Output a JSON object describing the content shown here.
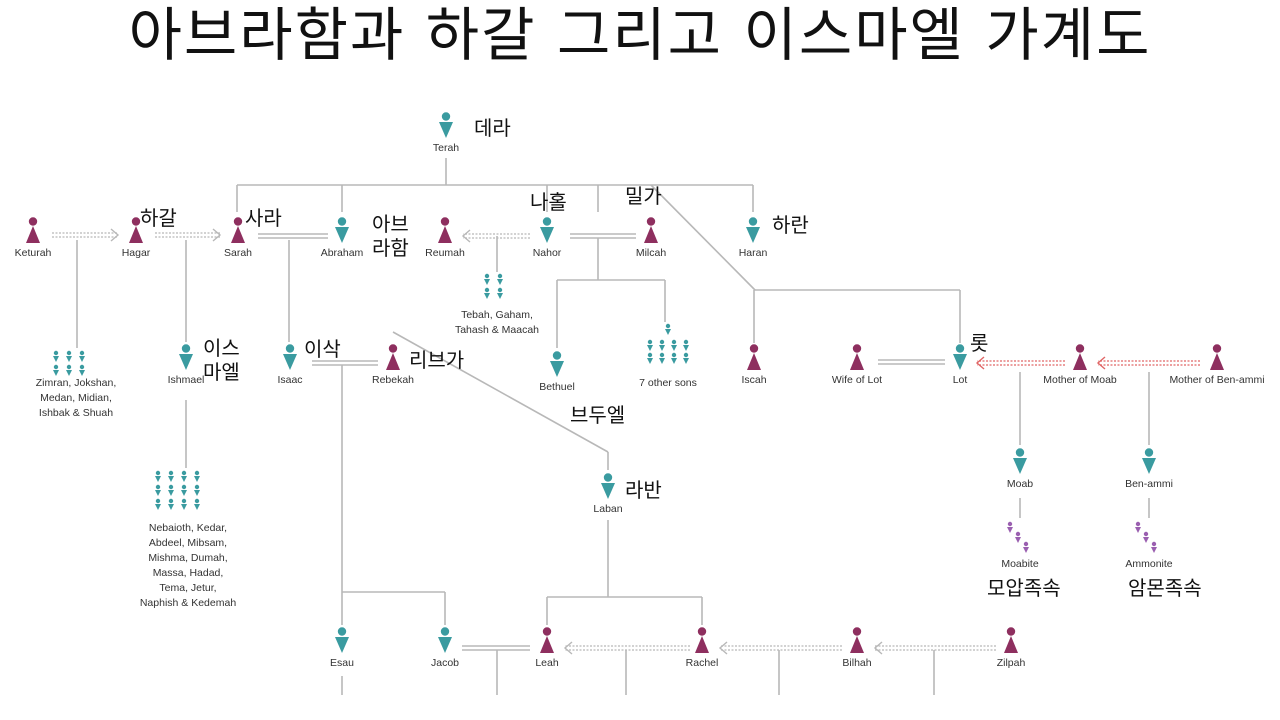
{
  "title": "아브라함과 하갈 그리고 이스마엘 가계도",
  "colors": {
    "male": "#3a9ba0",
    "female": "#8e2f5f",
    "line": "#b8b8b8",
    "lineage": "#9a5fb0",
    "arrow_red": "#e06666"
  },
  "persons": {
    "terah": {
      "name": "Terah",
      "ko": "데라",
      "sex": "male"
    },
    "keturah": {
      "name": "Keturah",
      "sex": "female"
    },
    "hagar": {
      "name": "Hagar",
      "ko": "하갈",
      "sex": "female"
    },
    "sarah": {
      "name": "Sarah",
      "ko": "사라",
      "sex": "female"
    },
    "abraham": {
      "name": "Abraham",
      "ko": "아브\n라함",
      "sex": "male"
    },
    "reumah": {
      "name": "Reumah",
      "sex": "female"
    },
    "nahor": {
      "name": "Nahor",
      "ko": "나홀",
      "sex": "male"
    },
    "milcah": {
      "name": "Milcah",
      "ko": "밀가",
      "sex": "female"
    },
    "haran": {
      "name": "Haran",
      "ko": "하란",
      "sex": "male"
    },
    "ishmael": {
      "name": "Ishmael",
      "ko": "이스\n마엘",
      "sex": "male"
    },
    "isaac": {
      "name": "Isaac",
      "ko": "이삭",
      "sex": "male"
    },
    "rebekah": {
      "name": "Rebekah",
      "ko": "리브가",
      "sex": "female"
    },
    "bethuel": {
      "name": "Bethuel",
      "ko": "브두엘",
      "sex": "male"
    },
    "iscah": {
      "name": "Iscah",
      "sex": "female"
    },
    "wife_of_lot": {
      "name": "Wife of Lot",
      "sex": "female"
    },
    "lot": {
      "name": "Lot",
      "ko": "롯",
      "sex": "male"
    },
    "mother_of_moab": {
      "name": "Mother of Moab",
      "sex": "female"
    },
    "mother_of_benammi": {
      "name": "Mother of Ben-ammi",
      "sex": "female"
    },
    "laban": {
      "name": "Laban",
      "ko": "라반",
      "sex": "male"
    },
    "moab": {
      "name": "Moab",
      "sex": "male"
    },
    "benammi": {
      "name": "Ben-ammi",
      "sex": "male"
    },
    "esau": {
      "name": "Esau",
      "sex": "male"
    },
    "jacob": {
      "name": "Jacob",
      "sex": "male"
    },
    "leah": {
      "name": "Leah",
      "sex": "female"
    },
    "rachel": {
      "name": "Rachel",
      "sex": "female"
    },
    "bilhah": {
      "name": "Bilhah",
      "sex": "female"
    },
    "zilpah": {
      "name": "Zilpah",
      "sex": "female"
    }
  },
  "groups": {
    "keturah_sons": {
      "label": "Zimran, Jokshan,\nMedan, Midian,\nIshbak & Shuah"
    },
    "reumah_sons": {
      "label": "Tebah, Gaham,\nTahash & Maacah"
    },
    "nahor_other_sons": {
      "label": "7 other sons"
    },
    "ishmael_sons": {
      "label": "Nebaioth, Kedar,\nAbdeel, Mibsam,\nMishma, Dumah,\nMassa, Hadad,\nTema, Jetur,\nNaphish & Kedemah"
    },
    "moabite": {
      "label": "Moabite",
      "ko": "모압족속"
    },
    "ammonite": {
      "label": "Ammonite",
      "ko": "암몬족속"
    }
  }
}
